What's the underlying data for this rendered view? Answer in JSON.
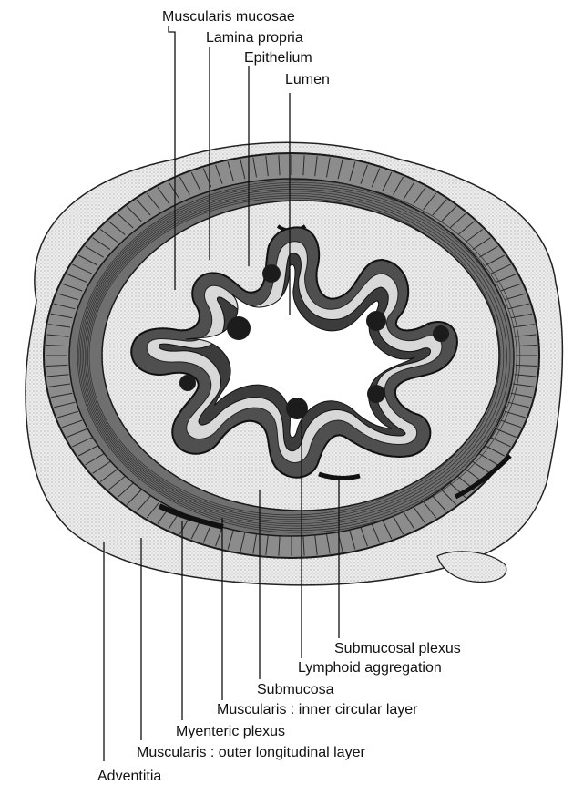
{
  "labels": {
    "muscularis_mucosae": "Muscularis mucosae",
    "lamina_propria": "Lamina propria",
    "epithelium": "Epithelium",
    "lumen": "Lumen",
    "submucosal_plexus": "Submucosal plexus",
    "lymphoid_aggregation": "Lymphoid aggregation",
    "submucosa": "Submucosa",
    "inner_circular_layer": "Muscularis : inner circular layer",
    "myenteric_plexus": "Myenteric plexus",
    "outer_longitudinal_layer": "Muscularis : outer longitudinal layer",
    "adventitia": "Adventitia"
  },
  "colors": {
    "ink": "#111111",
    "adventitia_fill": "#e2e2e2",
    "outer_longitudinal_fill": "#8c8c8c",
    "inner_circular_fill": "#6f6f6f",
    "submucosa_fill": "#ececec",
    "mucosa_fill": "#5a5a5a",
    "lumen_fill": "#ffffff"
  }
}
